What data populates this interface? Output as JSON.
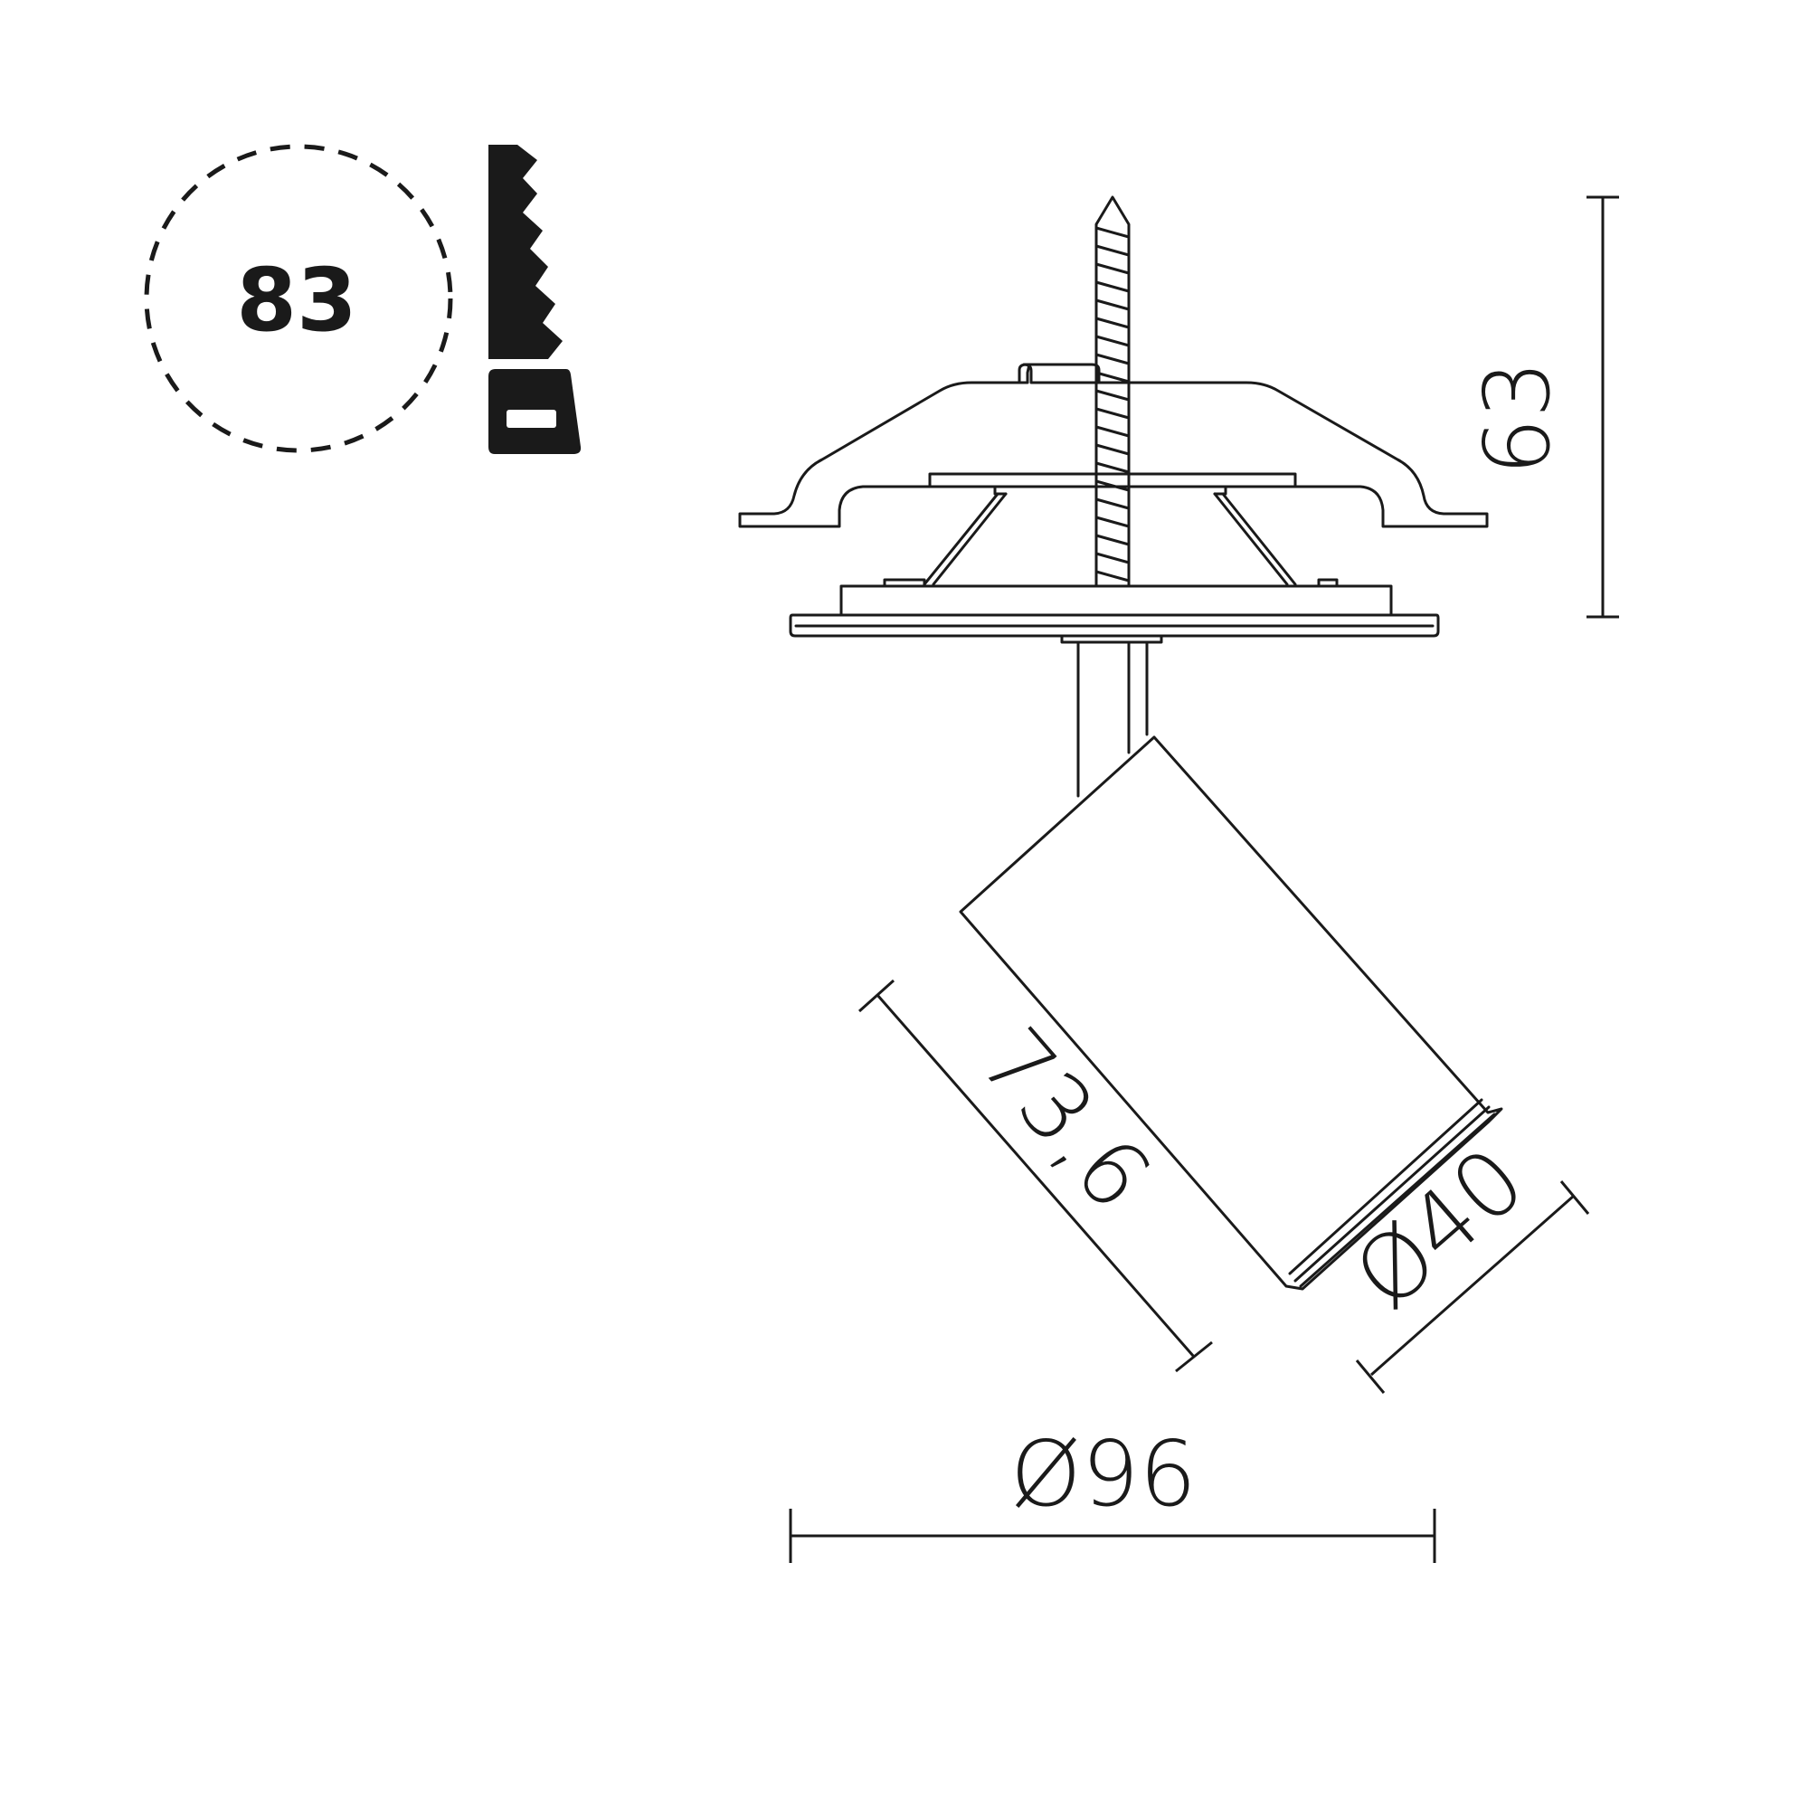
{
  "cutout": {
    "diameter_label": "83",
    "saw_icon": "saw-icon"
  },
  "dimensions": {
    "height_label": "63",
    "length_label": "73,6",
    "head_diameter_label": "Ø40",
    "plate_diameter_label": "Ø96"
  },
  "colors": {
    "line": "#1a1a1a",
    "background": "#ffffff"
  }
}
